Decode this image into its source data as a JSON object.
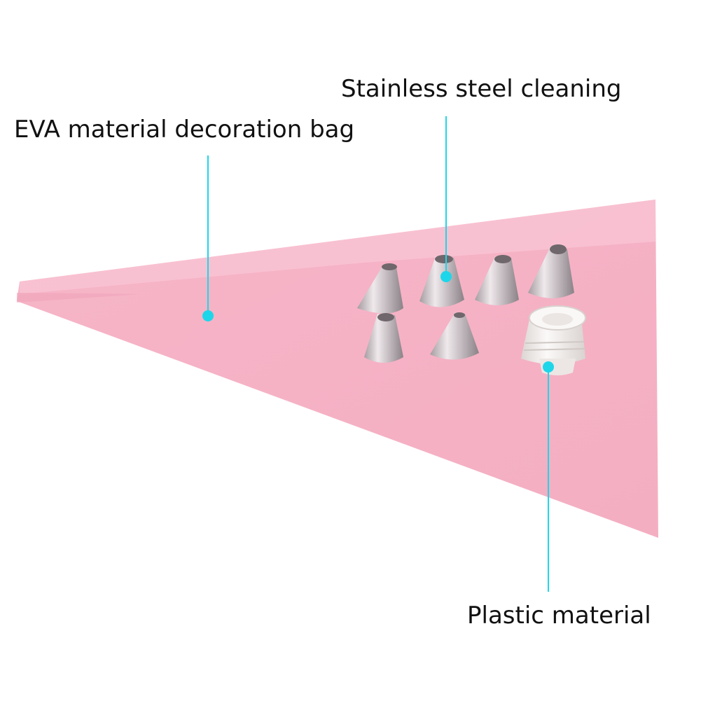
{
  "annotations": {
    "eva_bag": "EVA material decoration bag",
    "steel_tips": "Stainless steel cleaning",
    "plastic_coupler": "Plastic material"
  },
  "colors": {
    "bag_pink": "#f6b3c6",
    "bag_pink_light": "#f9c3d3",
    "bag_pink_dark": "#eea0b6",
    "callout_cyan": "#1ed6ea",
    "steel_light": "#e9e3e6",
    "steel_dark": "#8c8589",
    "plastic_white": "#f3f0ee"
  }
}
